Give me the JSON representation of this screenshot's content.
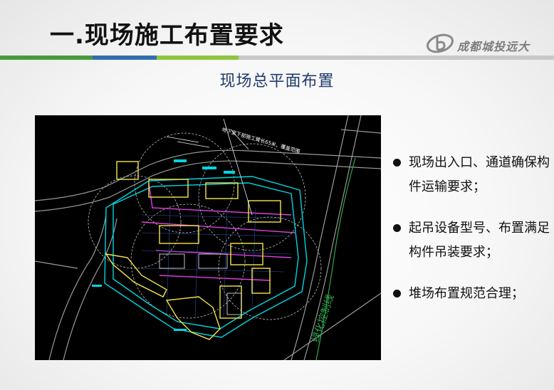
{
  "header": {
    "title": "一.现场施工布置要求",
    "logo_text": "成都城投远大",
    "bar_colors": [
      "#4a9a3c",
      "#2f6fb0",
      "#8dc63f",
      "#c8c8c8"
    ]
  },
  "subtitle": "现场总平面布置",
  "plan": {
    "note": "地下室下部施工臂长65米，覆盖范围",
    "road_label": "绿化控制线"
  },
  "bullets": [
    {
      "text": "现场出入口、通道确保构件运输要求；"
    },
    {
      "text": "起吊设备型号、布置满足构件吊装要求；"
    },
    {
      "text": "堆场布置规范合理；"
    }
  ]
}
